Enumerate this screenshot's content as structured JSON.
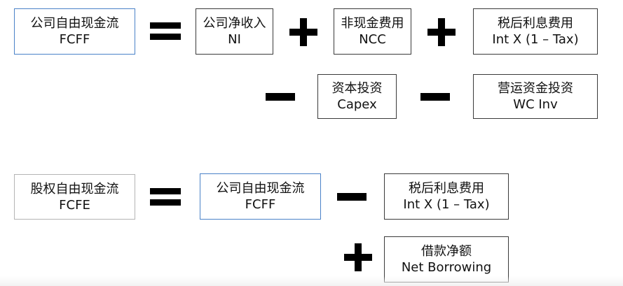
{
  "fcff_formula": {
    "result": {
      "line1": "公司自由现金流",
      "line2": "FCFF"
    },
    "ni": {
      "line1": "公司净收入",
      "line2": "NI"
    },
    "ncc": {
      "line1": "非现金费用",
      "line2": "NCC"
    },
    "int_after_tax": {
      "line1": "税后利息费用",
      "line2": "Int X (1 – Tax)"
    },
    "capex": {
      "line1": "资本投资",
      "line2": "Capex"
    },
    "wc_inv": {
      "line1": "营运资金投资",
      "line2": "WC Inv"
    }
  },
  "fcfe_formula": {
    "result": {
      "line1": "股权自由现金流",
      "line2": "FCFE"
    },
    "fcff": {
      "line1": "公司自由现金流",
      "line2": "FCFF"
    },
    "int_after_tax": {
      "line1": "税后利息费用",
      "line2": "Int X (1 – Tax)"
    },
    "net_borrowing": {
      "line1": "借款净额",
      "line2": "Net Borrowing"
    }
  }
}
